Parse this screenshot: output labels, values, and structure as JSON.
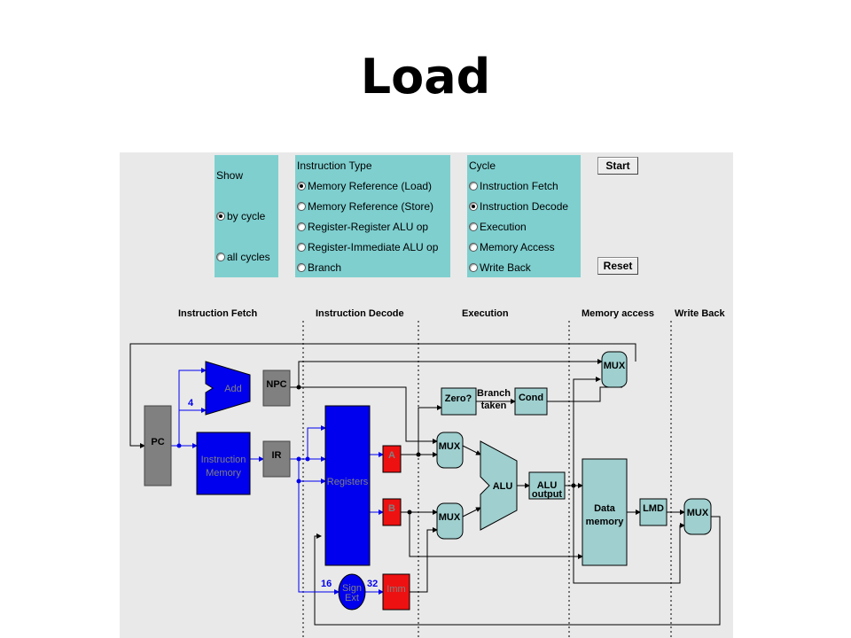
{
  "title": "Load",
  "controls": {
    "show": {
      "header": "Show",
      "options": [
        {
          "label": "by cycle",
          "selected": true
        },
        {
          "label": "all cycles",
          "selected": false
        }
      ]
    },
    "instruction_type": {
      "header": "Instruction Type",
      "options": [
        {
          "label": "Memory Reference (Load)",
          "selected": true
        },
        {
          "label": "Memory Reference (Store)",
          "selected": false
        },
        {
          "label": "Register-Register ALU op",
          "selected": false
        },
        {
          "label": "Register-Immediate ALU op",
          "selected": false
        },
        {
          "label": "Branch",
          "selected": false
        }
      ]
    },
    "cycle": {
      "header": "Cycle",
      "options": [
        {
          "label": "Instruction Fetch",
          "selected": false
        },
        {
          "label": "Instruction Decode",
          "selected": true
        },
        {
          "label": "Execution",
          "selected": false
        },
        {
          "label": "Memory Access",
          "selected": false
        },
        {
          "label": "Write Back",
          "selected": false
        }
      ]
    },
    "start_label": "Start",
    "reset_label": "Reset"
  },
  "stages": {
    "fetch": "Instruction Fetch",
    "decode": "Instruction Decode",
    "execution": "Execution",
    "memory": "Memory access",
    "writeback": "Write Back"
  },
  "components": {
    "pc": "PC",
    "add": "Add",
    "four": "4",
    "npc": "NPC",
    "imem_line1": "Instruction",
    "imem_line2": "Memory",
    "ir": "IR",
    "registers": "Registers",
    "a": "A",
    "b": "B",
    "imm": "Imm",
    "sign_ext_line1": "Sign",
    "sign_ext_line2": "Ext",
    "bits16": "16",
    "bits32": "32",
    "zero": "Zero?",
    "branch_line1": "Branch",
    "branch_line2": "taken",
    "cond": "Cond",
    "mux": "MUX",
    "alu": "ALU",
    "alu_output_line1": "ALU",
    "alu_output_line2": "output",
    "dmem_line1": "Data",
    "dmem_line2": "memory",
    "lmd": "LMD"
  },
  "colors": {
    "active_blue": "#0000ee",
    "active_red": "#ee1111",
    "inactive_gray": "#808080",
    "unit_teal": "#9fcfcf",
    "panel_teal": "#7fcfcf",
    "applet_bg": "#e9e9e9"
  }
}
